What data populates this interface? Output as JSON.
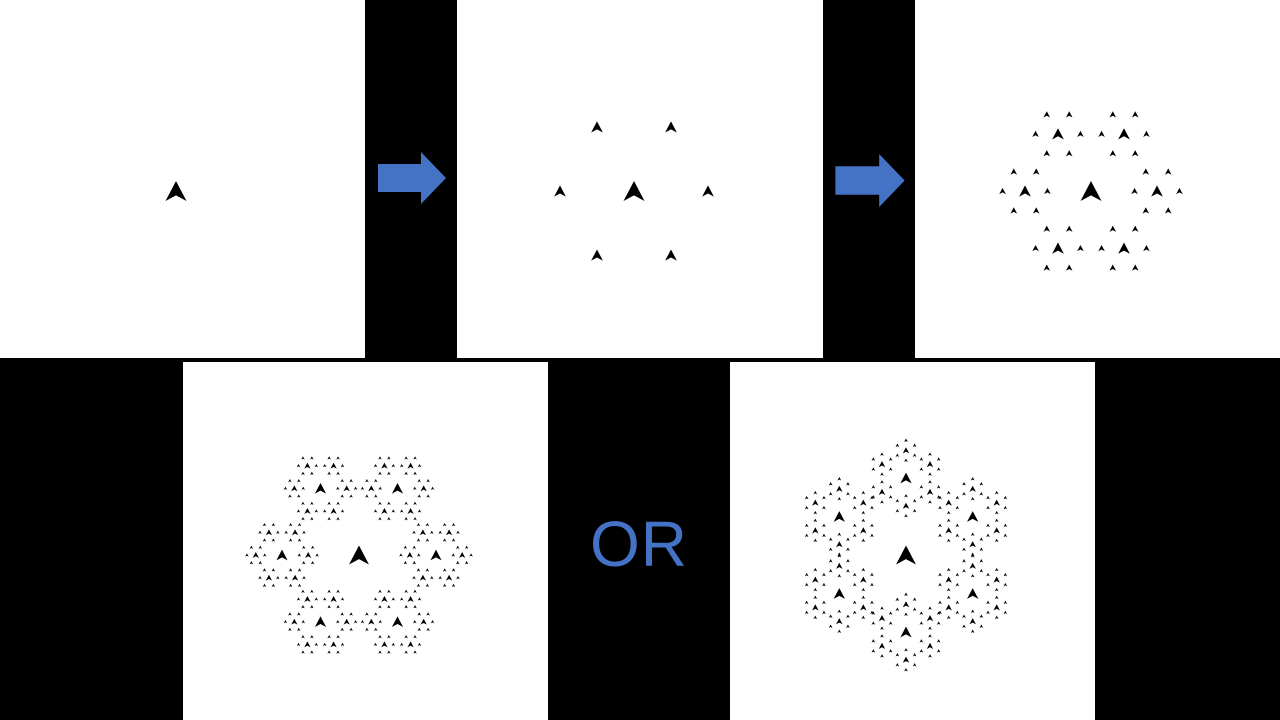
{
  "labels": {
    "or": "OR"
  },
  "colors": {
    "background": "#000000",
    "panel": "#ffffff",
    "glyph": "#000000",
    "arrow": "#4472c4",
    "or_text": "#4472c4"
  },
  "icons": {
    "step_arrow": "right-arrow-icon",
    "glyph": "arrowhead-icon"
  },
  "panels": [
    {
      "id": "iteration-0",
      "levels": 0,
      "variant": "A"
    },
    {
      "id": "iteration-1",
      "levels": 1,
      "variant": "A"
    },
    {
      "id": "iteration-2",
      "levels": 2,
      "variant": "A"
    },
    {
      "id": "iteration-3-option-a",
      "levels": 3,
      "variant": "A"
    },
    {
      "id": "iteration-3-option-b",
      "levels": 3,
      "variant": "B"
    }
  ]
}
